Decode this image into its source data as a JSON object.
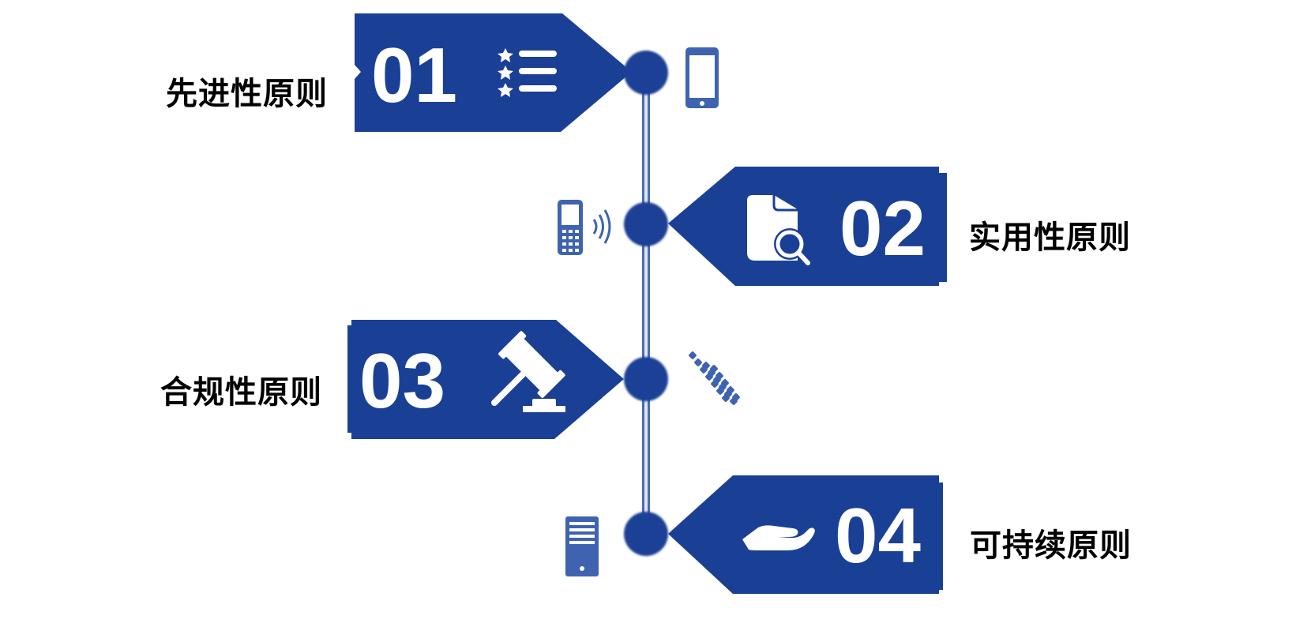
{
  "colors": {
    "primary": "#1a4096",
    "icon": "#3f63b0",
    "line": "#4a6cb8",
    "text": "#000000",
    "white": "#ffffff"
  },
  "items": [
    {
      "number": "01",
      "label": "先进性原则",
      "tag_icon": "list-stars-icon",
      "side_icon": "smartphone-icon"
    },
    {
      "number": "02",
      "label": "实用性原则",
      "tag_icon": "document-search-icon",
      "side_icon": "cellphone-signal-icon"
    },
    {
      "number": "03",
      "label": "合规性原则",
      "tag_icon": "gavel-icon",
      "side_icon": "dots-pattern-icon"
    },
    {
      "number": "04",
      "label": "可持续原则",
      "tag_icon": "open-hand-icon",
      "side_icon": "server-icon"
    }
  ]
}
